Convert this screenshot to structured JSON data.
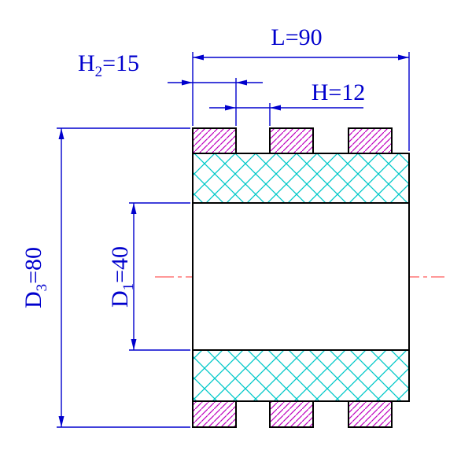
{
  "dimensions": {
    "L": {
      "label": "L",
      "eq": "=90"
    },
    "H2": {
      "base": "H",
      "sub": "2",
      "eq": "=15"
    },
    "H": {
      "label": "H",
      "eq": "=12"
    },
    "D3": {
      "base": "D",
      "sub": "3",
      "eq": "=80"
    },
    "D1": {
      "base": "D",
      "sub": "1",
      "eq": "=40"
    }
  },
  "colors": {
    "dimension": "#0000cd",
    "outline": "#000000",
    "band_hatch": "#00c8c8",
    "tooth_hatch": "#bf00bf",
    "centerline": "#ff5a5a",
    "background": "#ffffff"
  }
}
